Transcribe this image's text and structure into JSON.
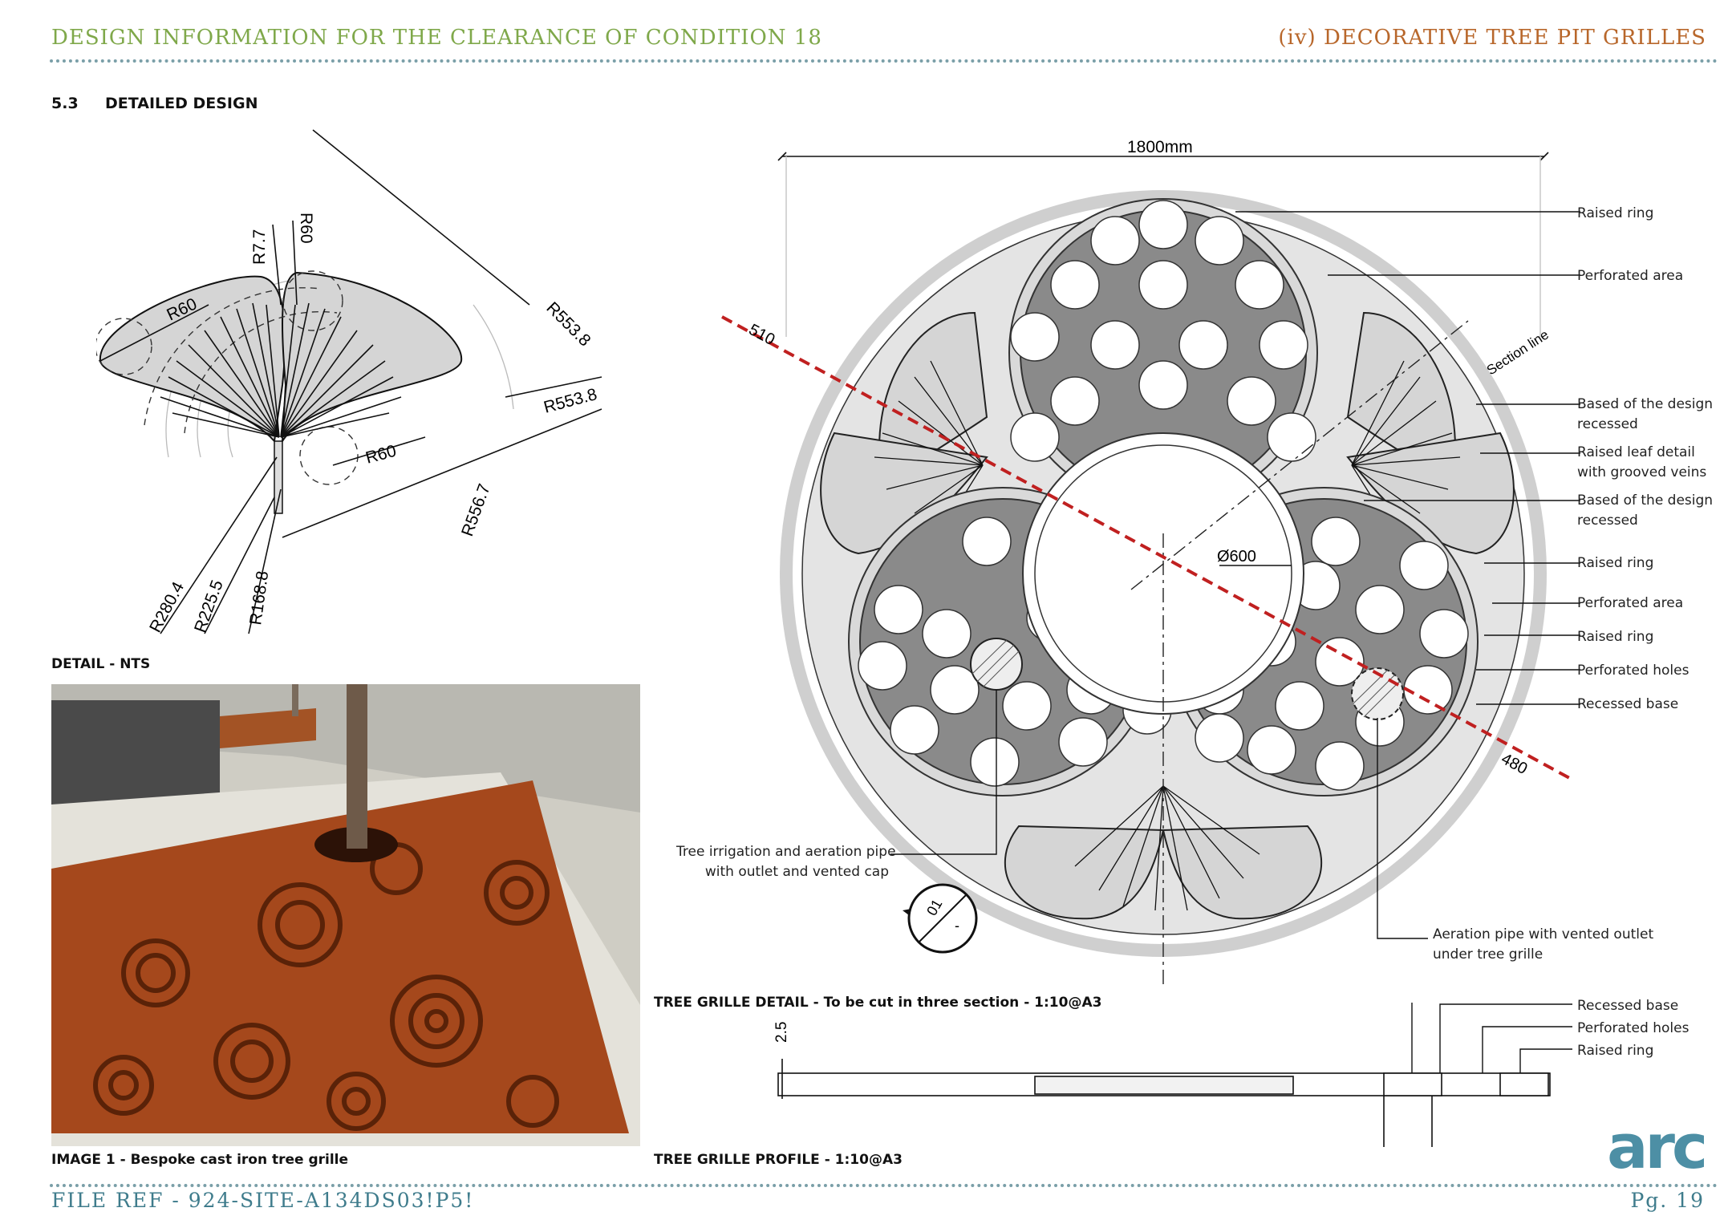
{
  "header": {
    "left_title": "DESIGN INFORMATION FOR THE CLEARANCE OF CONDITION 18",
    "right_title": "(iv) DECORATIVE TREE PIT GRILLES"
  },
  "section": {
    "number": "5.3",
    "title": "DETAILED DESIGN"
  },
  "leaf_detail": {
    "caption": "DETAIL - NTS",
    "dims": [
      "R7.7",
      "R60",
      "R60",
      "R553.8",
      "R553.8",
      "R60",
      "R556.7",
      "R280.4",
      "R225.5",
      "R168.8"
    ]
  },
  "photo": {
    "caption": "IMAGE 1 - Bespoke cast iron tree grille"
  },
  "grille": {
    "caption": "TREE GRILLE DETAIL - To be cut in three section - 1:10@A3",
    "width_dim": "1800mm",
    "center_dim": "Ø600",
    "section_dims": [
      "510",
      "480"
    ],
    "section_line_label": "Section line",
    "section_marker": [
      "01",
      "-"
    ],
    "callouts": [
      {
        "text": "Raised ring"
      },
      {
        "text": "Perforated area"
      },
      {
        "text": "Based of the design\nrecessed"
      },
      {
        "text": "Raised leaf detail\nwith grooved veins"
      },
      {
        "text": "Based of the design\nrecessed"
      },
      {
        "text": "Raised ring"
      },
      {
        "text": "Perforated area"
      },
      {
        "text": "Raised ring"
      },
      {
        "text": "Perforated holes"
      },
      {
        "text": "Recessed base"
      }
    ],
    "irrigation_note": "Tree irrigation and aeration pipe\nwith outlet and vented cap",
    "aeration_note": "Aeration pipe with vented outlet\nunder tree grille"
  },
  "profile": {
    "caption": "TREE GRILLE PROFILE - 1:10@A3",
    "dim": "2.5",
    "callouts": [
      "Recessed base",
      "Perforated holes",
      "Raised ring"
    ]
  },
  "footer": {
    "file_ref": "FILE REF - 924-SITE-A134DS03!P5!",
    "page": "Pg. 19"
  },
  "logo": {
    "text": "arc"
  },
  "colors": {
    "green": "#7fa84a",
    "orange": "#b8672b",
    "teal": "#3f7c8c",
    "corten": "#a5481c"
  }
}
